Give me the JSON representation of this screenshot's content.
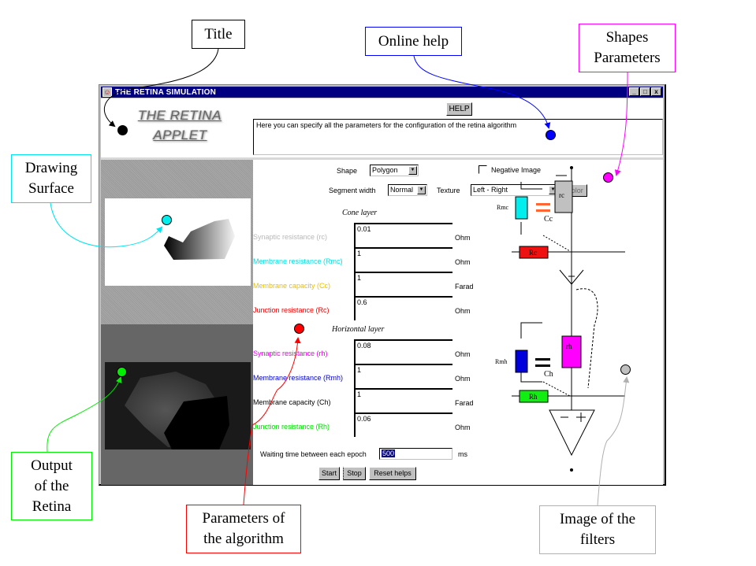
{
  "callouts": {
    "title": "Title",
    "online_help": "Online help",
    "shapes_parameters": "Shapes\nParameters",
    "drawing_surface": "Drawing\nSurface",
    "output_retina": "Output\nof the\nRetina",
    "parameters_algorithm": "Parameters of\nthe algorithm",
    "image_filters": "Image of the\nfilters"
  },
  "colors": {
    "title": "#000000",
    "online_help": "#0000ff",
    "shapes_parameters": "#ff00ff",
    "drawing_surface": "#00e5ee",
    "output_retina": "#00ee00",
    "parameters_algorithm": "#ff0000",
    "image_filters": "#b0b0b0"
  },
  "window": {
    "title": "THE RETINA SIMULATION",
    "controls": {
      "minimize": "_",
      "maximize": "□",
      "close": "x"
    }
  },
  "logo": {
    "line1": "THE RETINA",
    "line2": "APPLET"
  },
  "help": {
    "button": "HELP",
    "text": "Here you can specify all the parameters for the configuration of the retina algorithm"
  },
  "shape_params": {
    "shape_label": "Shape",
    "shape_value": "Polygon",
    "negative_label": "Negative Image",
    "negative_checked": false,
    "segment_label": "Segment width",
    "segment_value": "Normal",
    "texture_label": "Texture",
    "texture_value": "Left - Right",
    "color_button": "Color"
  },
  "cone_layer": {
    "title": "Cone layer",
    "rows": [
      {
        "label": "Synaptic resistance (rc)",
        "value": "0.01",
        "unit": "Ohm",
        "color": "#b8b8b8"
      },
      {
        "label": "Membrane resistance (Rmc)",
        "value": "1",
        "unit": "Ohm",
        "color": "#00dddd"
      },
      {
        "label": "Membrane capacity (Cc)",
        "value": "1",
        "unit": "Farad",
        "color": "#e8c000"
      },
      {
        "label": "Junction resistance (Rc)",
        "value": "0.6",
        "unit": "Ohm",
        "color": "#ee0000"
      }
    ]
  },
  "horizontal_layer": {
    "title": "Horizontal layer",
    "rows": [
      {
        "label": "Synaptic resistance (rh)",
        "value": "0.08",
        "unit": "Ohm",
        "color": "#ee00ee"
      },
      {
        "label": "Membrane resistance (Rmh)",
        "value": "1",
        "unit": "Ohm",
        "color": "#0000cc"
      },
      {
        "label": "Membrane capacity (Ch)",
        "value": "1",
        "unit": "Farad",
        "color": "#000000"
      },
      {
        "label": "Junction resistance (Rh)",
        "value": "0.06",
        "unit": "Ohm",
        "color": "#00dd00"
      }
    ]
  },
  "waiting": {
    "label": "Waiting time between each epoch",
    "value": "500",
    "unit": "ms"
  },
  "actions": {
    "start": "Start",
    "stop": "Stop",
    "reset": "Reset helps"
  },
  "circuit": {
    "cone": {
      "rc": "rc",
      "rmc": "Rmc",
      "cc": "Cc",
      "rc_junction": "Rc",
      "colors": {
        "rc": "#c0c0c0",
        "rmc": "#00eeee",
        "cc": "#ff6633",
        "rc_junction": "#ee1111"
      }
    },
    "horizontal": {
      "rh": "rh",
      "rmh": "Rmh",
      "ch": "Ch",
      "rh_junction": "Rh",
      "colors": {
        "rh": "#ff00ff",
        "rmh": "#0000dd",
        "ch": "#000000",
        "rh_junction": "#11ee11"
      }
    },
    "amp_minus": "−",
    "amp_plus": "+"
  }
}
